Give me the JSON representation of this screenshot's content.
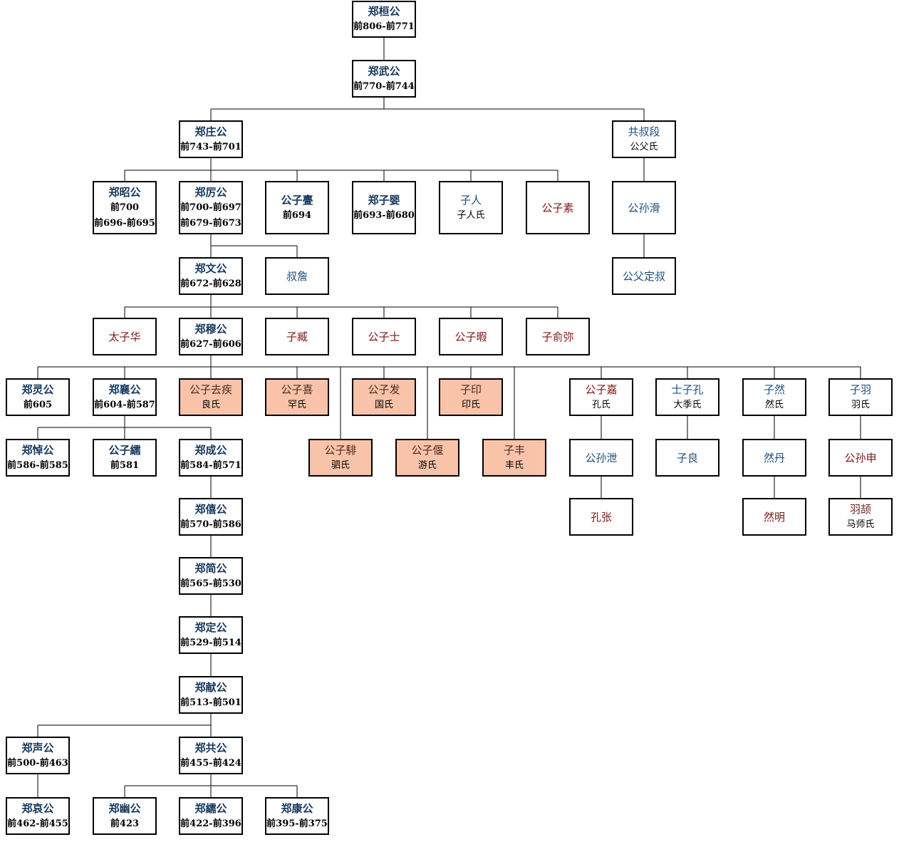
{
  "nodes": {
    "huan": {
      "name": "郑桓公",
      "lines": [
        "前806-前771"
      ],
      "style": "ruler"
    },
    "wu": {
      "name": "郑武公",
      "lines": [
        "前770-前744"
      ],
      "style": "ruler"
    },
    "zhuang": {
      "name": "郑庄公",
      "lines": [
        "前743-前701"
      ],
      "style": "ruler"
    },
    "gongshu": {
      "name": "共叔段",
      "lines": [
        "公父氏"
      ],
      "style": "blue"
    },
    "zhao": {
      "name": "郑昭公",
      "lines": [
        "前700",
        "前696-前695"
      ],
      "style": "ruler"
    },
    "li": {
      "name": "郑厉公",
      "lines": [
        "前700-前697",
        "前679-前673"
      ],
      "style": "ruler"
    },
    "wei": {
      "name": "公子亹",
      "lines": [
        "前694"
      ],
      "style": "ruler"
    },
    "ying": {
      "name": "郑子婴",
      "lines": [
        "前693-前680"
      ],
      "style": "ruler"
    },
    "ziren": {
      "name": "子人",
      "lines": [
        "子人氏"
      ],
      "style": "blue"
    },
    "su": {
      "name": "公子素",
      "lines": [],
      "style": "red"
    },
    "gshua": {
      "name": "公孙滑",
      "lines": [],
      "style": "blue"
    },
    "gfds": {
      "name": "公父定叔",
      "lines": [],
      "style": "blue"
    },
    "wen": {
      "name": "郑文公",
      "lines": [
        "前672-前628"
      ],
      "style": "ruler"
    },
    "shuzhan": {
      "name": "叔詹",
      "lines": [],
      "style": "blue"
    },
    "taizihua": {
      "name": "太子华",
      "lines": [],
      "style": "red"
    },
    "mu": {
      "name": "郑穆公",
      "lines": [
        "前627-前606"
      ],
      "style": "ruler"
    },
    "zizang": {
      "name": "子臧",
      "lines": [],
      "style": "red"
    },
    "gzshi": {
      "name": "公子士",
      "lines": [],
      "style": "red"
    },
    "gzxia": {
      "name": "公子暇",
      "lines": [],
      "style": "red"
    },
    "ziyumi": {
      "name": "子俞弥",
      "lines": [],
      "style": "red"
    },
    "ling": {
      "name": "郑灵公",
      "lines": [
        "前605"
      ],
      "style": "ruler"
    },
    "xiang": {
      "name": "郑襄公",
      "lines": [
        "前604-前587"
      ],
      "style": "ruler"
    },
    "qiji": {
      "name": "公子去疾",
      "lines": [
        "良氏"
      ],
      "style": "dark",
      "hl": true
    },
    "xi": {
      "name": "公子喜",
      "lines": [
        "罕氏"
      ],
      "style": "dark",
      "hl": true
    },
    "fa": {
      "name": "公子发",
      "lines": [
        "国氏"
      ],
      "style": "dark",
      "hl": true
    },
    "yin": {
      "name": "子印",
      "lines": [
        "印氏"
      ],
      "style": "dark",
      "hl": true
    },
    "fei": {
      "name": "公子騑",
      "lines": [
        "驷氏"
      ],
      "style": "dark",
      "hl": true
    },
    "yan": {
      "name": "公子偃",
      "lines": [
        "游氏"
      ],
      "style": "dark",
      "hl": true
    },
    "feng": {
      "name": "子丰",
      "lines": [
        "丰氏"
      ],
      "style": "dark",
      "hl": true
    },
    "jia": {
      "name": "公子嘉",
      "lines": [
        "孔氏"
      ],
      "style": "red"
    },
    "shizikong": {
      "name": "士子孔",
      "lines": [
        "大季氏"
      ],
      "style": "blue"
    },
    "ziran": {
      "name": "子然",
      "lines": [
        "然氏"
      ],
      "style": "blue"
    },
    "ziyu": {
      "name": "子羽",
      "lines": [
        "羽氏"
      ],
      "style": "blue"
    },
    "dao": {
      "name": "郑悼公",
      "lines": [
        "前586-前585"
      ],
      "style": "ruler"
    },
    "xu": {
      "name": "公子繻",
      "lines": [
        "前581"
      ],
      "style": "ruler"
    },
    "cheng": {
      "name": "郑成公",
      "lines": [
        "前584-前571"
      ],
      "style": "ruler"
    },
    "gsxie": {
      "name": "公孙泄",
      "lines": [],
      "style": "blue"
    },
    "ziliang": {
      "name": "子良",
      "lines": [],
      "style": "blue"
    },
    "randan": {
      "name": "然丹",
      "lines": [],
      "style": "blue"
    },
    "gsshen": {
      "name": "公孙申",
      "lines": [],
      "style": "red"
    },
    "kongzhang": {
      "name": "孔张",
      "lines": [],
      "style": "red"
    },
    "ranming": {
      "name": "然明",
      "lines": [],
      "style": "red"
    },
    "yuxie": {
      "name": "羽颉",
      "lines": [
        "马师氏"
      ],
      "style": "red"
    },
    "xi2": {
      "name": "郑僖公",
      "lines": [
        "前570-前586"
      ],
      "style": "ruler"
    },
    "jian": {
      "name": "郑简公",
      "lines": [
        "前565-前530"
      ],
      "style": "ruler"
    },
    "ding": {
      "name": "郑定公",
      "lines": [
        "前529-前514"
      ],
      "style": "ruler"
    },
    "xian": {
      "name": "郑献公",
      "lines": [
        "前513-前501"
      ],
      "style": "ruler"
    },
    "sheng": {
      "name": "郑声公",
      "lines": [
        "前500-前463"
      ],
      "style": "ruler"
    },
    "gong": {
      "name": "郑共公",
      "lines": [
        "前455-前424"
      ],
      "style": "ruler"
    },
    "ai": {
      "name": "郑哀公",
      "lines": [
        "前462-前455"
      ],
      "style": "ruler"
    },
    "you": {
      "name": "郑幽公",
      "lines": [
        "前423"
      ],
      "style": "ruler"
    },
    "xu2": {
      "name": "郑繻公",
      "lines": [
        "前422-前396"
      ],
      "style": "ruler"
    },
    "kang": {
      "name": "郑康公",
      "lines": [
        "前395-前375"
      ],
      "style": "ruler"
    }
  },
  "links": [
    [
      "huan",
      "wu"
    ],
    [
      "wu",
      "zhuang"
    ],
    [
      "wu",
      "gongshu"
    ],
    [
      "zhuang",
      "zhao"
    ],
    [
      "zhuang",
      "li"
    ],
    [
      "zhuang",
      "wei"
    ],
    [
      "zhuang",
      "ying"
    ],
    [
      "zhuang",
      "ziren"
    ],
    [
      "zhuang",
      "su"
    ],
    [
      "gongshu",
      "gshua"
    ],
    [
      "gshua",
      "gfds"
    ],
    [
      "li",
      "wen"
    ],
    [
      "li",
      "shuzhan"
    ],
    [
      "wen",
      "taizihua"
    ],
    [
      "wen",
      "mu"
    ],
    [
      "wen",
      "zizang"
    ],
    [
      "wen",
      "gzshi"
    ],
    [
      "wen",
      "gzxia"
    ],
    [
      "wen",
      "ziyumi"
    ],
    [
      "mu",
      "ling"
    ],
    [
      "mu",
      "xiang"
    ],
    [
      "mu",
      "qiji"
    ],
    [
      "mu",
      "xi"
    ],
    [
      "mu",
      "fa"
    ],
    [
      "mu",
      "yin"
    ],
    [
      "mu",
      "fei"
    ],
    [
      "mu",
      "yan"
    ],
    [
      "mu",
      "feng"
    ],
    [
      "mu",
      "jia"
    ],
    [
      "mu",
      "shizikong"
    ],
    [
      "mu",
      "ziran"
    ],
    [
      "mu",
      "ziyu"
    ],
    [
      "xiang",
      "dao"
    ],
    [
      "xiang",
      "xu"
    ],
    [
      "xiang",
      "cheng"
    ],
    [
      "jia",
      "gsxie"
    ],
    [
      "gsxie",
      "kongzhang"
    ],
    [
      "shizikong",
      "ziliang"
    ],
    [
      "ziran",
      "randan"
    ],
    [
      "randan",
      "ranming"
    ],
    [
      "ziyu",
      "gsshen"
    ],
    [
      "gsshen",
      "yuxie"
    ],
    [
      "cheng",
      "xi2"
    ],
    [
      "xi2",
      "jian"
    ],
    [
      "jian",
      "ding"
    ],
    [
      "ding",
      "xian"
    ],
    [
      "xian",
      "sheng"
    ],
    [
      "xian",
      "gong"
    ],
    [
      "sheng",
      "ai"
    ],
    [
      "gong",
      "you"
    ],
    [
      "gong",
      "xu2"
    ],
    [
      "gong",
      "kang"
    ]
  ]
}
